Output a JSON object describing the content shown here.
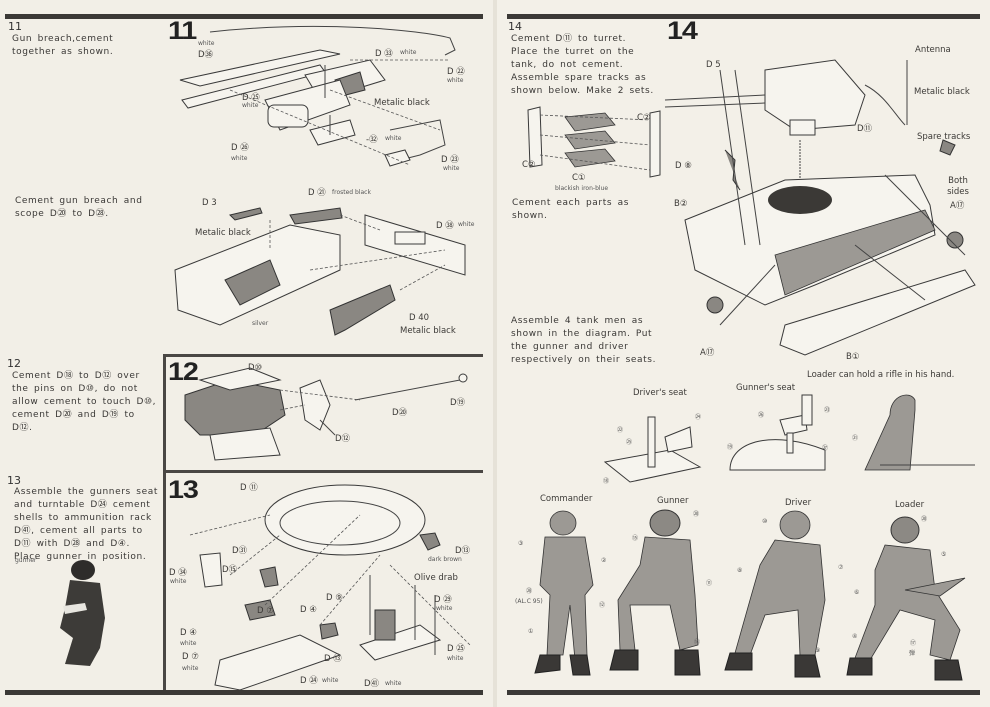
{
  "left_page": {
    "step11": {
      "number": "11",
      "big_number": "11",
      "text_a": "Gun breach,cement together as shown.",
      "text_b": "Cement gun breach and scope D⑳ to D㉘.",
      "labels": {
        "d36_color": "white",
        "d36": "D㊱",
        "d33": "D ㉝",
        "d33_color": "white",
        "d22": "D ㉒",
        "d22_color": "white",
        "d25": "D ㉕",
        "d25_color": "white",
        "metalic_black": "Metalic black",
        "d32": "-㉜",
        "d32_color": "white",
        "d26": "D ㉖",
        "d26_color": "white",
        "d23": "D ㉓",
        "d23_color": "white",
        "d3": "D 3",
        "d3_color": "Metalic black",
        "d21": "D ㉑",
        "d21_color": "frosted black",
        "d38": "D ㊳",
        "d38_color": "white",
        "silver": "silver",
        "d40": "D 40",
        "d40_color": "Metalic black"
      }
    },
    "step12": {
      "number": "12",
      "big_number": "12",
      "text": "Cement D⑱ to D⑫ over the pins on D⑩, do not allow cement to touch D⑩, cement D⑳ and D⑲ to D⑫.",
      "labels": {
        "d10": "D⑩",
        "d12": "D⑫",
        "d20": "D⑳",
        "d19": "D⑲"
      }
    },
    "step13": {
      "number": "13",
      "big_number": "13",
      "text": "Assemble the gunners seat and turntable D㉔ cement shells to ammunition rack D㊶, cement all parts to D⑪ with D㉘ and D④. Place gunner in position.",
      "photo_caption": "gunner",
      "labels": {
        "d11": "D ⑪",
        "d13": "D⑬",
        "dark_brown": "dark brown",
        "olive_drab": "Olive drab",
        "d34": "D ㉞",
        "d34_color": "white",
        "d31": "D㉛",
        "d15": "D⑮",
        "d7a": "D ⑦",
        "d4a": "D ④",
        "d9": "D ⑨",
        "d29": "D ㉙",
        "d29_color": "white",
        "d4b": "D ④",
        "d4b_color": "white",
        "d7b": "D ⑦",
        "d7b_color": "white",
        "d13b": "D ⑬",
        "d25": "D ㉕",
        "d25_color": "white",
        "d24": "D ㉔",
        "d24_color": "white",
        "d41": "D㊶",
        "d41_color": "white"
      }
    }
  },
  "right_page": {
    "step14": {
      "number": "14",
      "big_number": "14",
      "text_a": "Cement D⑪ to turret. Place the turret on the tank, do not cement.",
      "text_b": "Assemble spare tracks as shown below. Make 2 sets.",
      "text_c": "Cement each parts as shown.",
      "text_d": "Assemble 4 tank men as shown in the diagram. Put the gunner and driver respectively on their seats.",
      "track_labels": {
        "c2a": "C②",
        "c2b": "C②",
        "c1": "C①",
        "color": "blackish iron-blue"
      },
      "labels": {
        "d5": "D 5",
        "antenna": "Antenna",
        "metalic_black": "Metalic black",
        "d11": "D⑪",
        "spare_tracks": "Spare tracks",
        "both_sides": "Both sides",
        "d8": "D ⑧",
        "b2": "B②",
        "a17a": "A⑰",
        "a17b": "A⑰",
        "b1": "B①"
      },
      "loader_note": "Loader can hold a rifle in his hand.",
      "seats": {
        "driver_title": "Driver's seat",
        "gunner_title": "Gunner's seat",
        "n22": "㉒",
        "n25": "㉕",
        "n24": "㉔",
        "n18": "⑱",
        "n26": "㉖",
        "n23": "㉓",
        "n19": "⑲",
        "n27": "㉗",
        "n21": "㉑"
      },
      "figures": [
        {
          "name": "Commander",
          "parts": [
            "③",
            "②",
            "㉘",
            "⓪",
            "①"
          ],
          "extra": "(AL.C 95)"
        },
        {
          "name": "Gunner",
          "parts": [
            "⑳",
            "⑮",
            "⑪",
            "⑫",
            "⑭"
          ]
        },
        {
          "name": "Driver",
          "parts": [
            "⑩",
            "⑧",
            "⑦",
            "⑨"
          ]
        },
        {
          "name": "Loader",
          "parts": [
            "⑳",
            "⑤",
            "⑥",
            "④",
            "⑰"
          ],
          "extra": "弾"
        }
      ]
    }
  }
}
